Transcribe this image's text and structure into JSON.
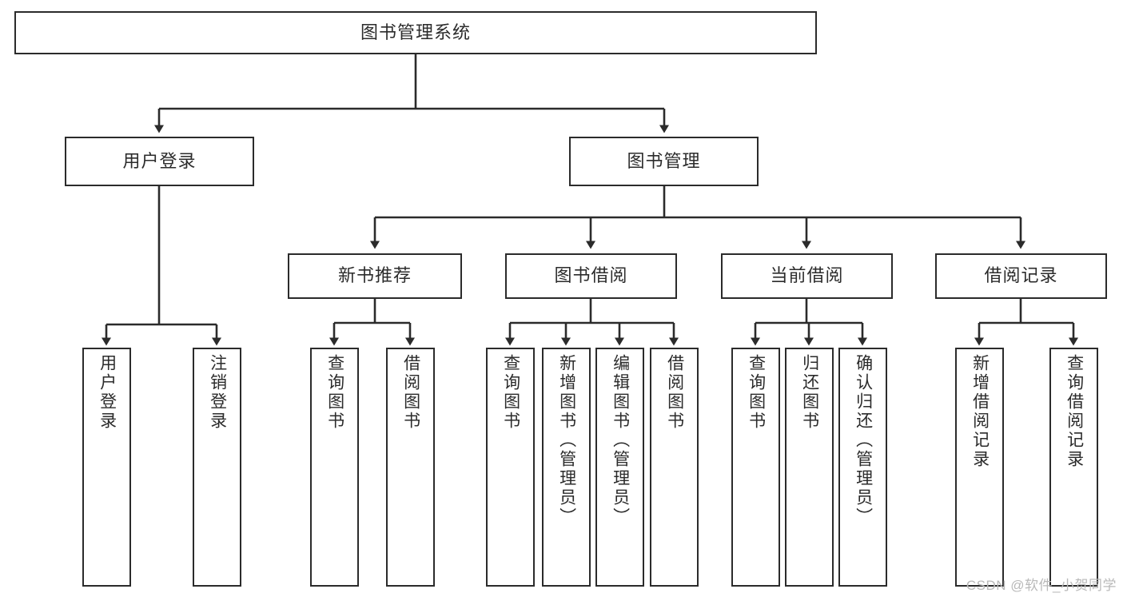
{
  "diagram": {
    "title": "图书管理系统",
    "type": "hierarchy-tree",
    "root": {
      "label": "图书管理系统"
    },
    "level2": [
      {
        "label": "用户登录"
      },
      {
        "label": "图书管理"
      }
    ],
    "level3": [
      {
        "label": "新书推荐"
      },
      {
        "label": "图书借阅"
      },
      {
        "label": "当前借阅"
      },
      {
        "label": "借阅记录"
      }
    ],
    "leaves_user_login": [
      {
        "label": "用户登录"
      },
      {
        "label": "注销登录"
      }
    ],
    "leaves_new_book": [
      {
        "label": "查询图书"
      },
      {
        "label": "借阅图书"
      }
    ],
    "leaves_borrow": [
      {
        "label": "查询图书"
      },
      {
        "label": "新增图书（管理员）"
      },
      {
        "label": "编辑图书（管理员）"
      },
      {
        "label": "借阅图书"
      }
    ],
    "leaves_current": [
      {
        "label": "查询图书"
      },
      {
        "label": "归还图书"
      },
      {
        "label": "确认归还（管理员）"
      }
    ],
    "leaves_records": [
      {
        "label": "新增借阅记录"
      },
      {
        "label": "查询借阅记录"
      }
    ],
    "watermark": "CSDN @软件_小贺同学",
    "colors": {
      "border": "#2b2b2b",
      "background": "#ffffff",
      "text": "#2b2b2b",
      "watermark": "#b9b9b9"
    }
  }
}
